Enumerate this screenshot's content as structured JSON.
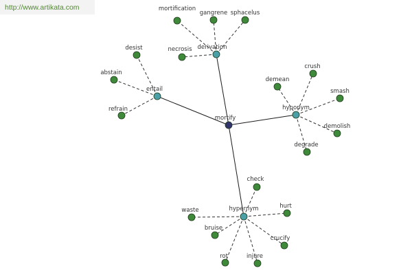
{
  "watermark": {
    "url_text": "http://www.artikata.com"
  },
  "colors": {
    "root_node": "#33336e",
    "relation_node": "#4aa0a6",
    "leaf_node": "#3f8a3a",
    "label_text": "#333333",
    "url_text": "#4f8a2f",
    "url_bar_bg": "#f3f3f3"
  },
  "graph": {
    "root": {
      "id": "mortify",
      "label": "mortify"
    },
    "relations": [
      {
        "id": "derivation",
        "label": "derivation",
        "leaves": [
          "mortification",
          "gangrene",
          "sphacelus",
          "necrosis"
        ]
      },
      {
        "id": "entail",
        "label": "entail",
        "leaves": [
          "desist",
          "abstain",
          "refrain"
        ]
      },
      {
        "id": "hyponym",
        "label": "hyponym",
        "leaves": [
          "demean",
          "crush",
          "smash",
          "demolish",
          "degrade"
        ]
      },
      {
        "id": "hypernym",
        "label": "hypernym",
        "leaves": [
          "check",
          "waste",
          "hurt",
          "bruise",
          "crucify",
          "rot",
          "injure"
        ]
      }
    ]
  }
}
